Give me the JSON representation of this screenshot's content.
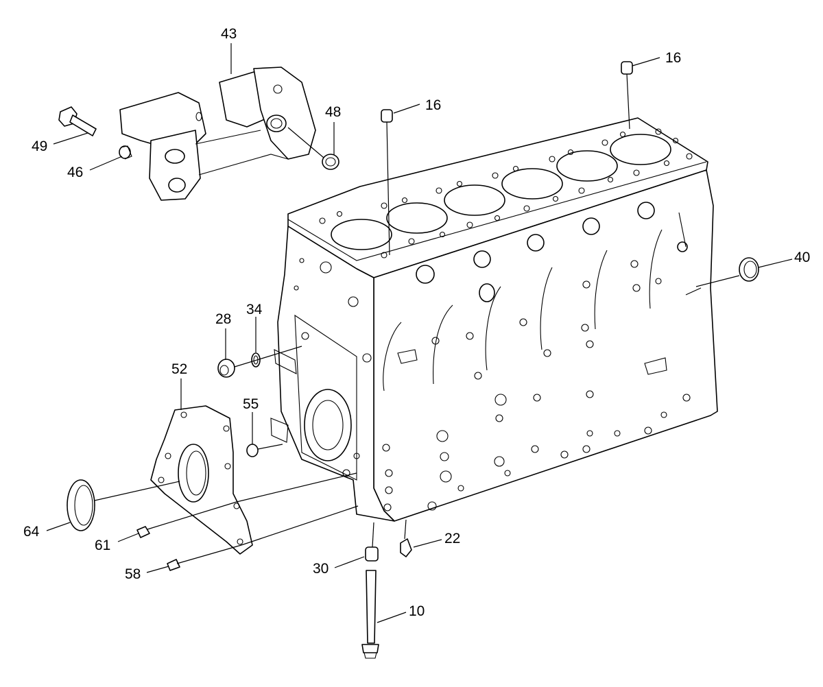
{
  "callouts": [
    {
      "id": "c43",
      "text": "43"
    },
    {
      "id": "c16a",
      "text": "16"
    },
    {
      "id": "c16b",
      "text": "16"
    },
    {
      "id": "c48",
      "text": "48"
    },
    {
      "id": "c49",
      "text": "49"
    },
    {
      "id": "c46",
      "text": "46"
    },
    {
      "id": "c40",
      "text": "40"
    },
    {
      "id": "c28",
      "text": "28"
    },
    {
      "id": "c34",
      "text": "34"
    },
    {
      "id": "c52",
      "text": "52"
    },
    {
      "id": "c55",
      "text": "55"
    },
    {
      "id": "c64",
      "text": "64"
    },
    {
      "id": "c61",
      "text": "61"
    },
    {
      "id": "c58",
      "text": "58"
    },
    {
      "id": "c30",
      "text": "30"
    },
    {
      "id": "c22",
      "text": "22"
    },
    {
      "id": "c10",
      "text": "10"
    }
  ]
}
